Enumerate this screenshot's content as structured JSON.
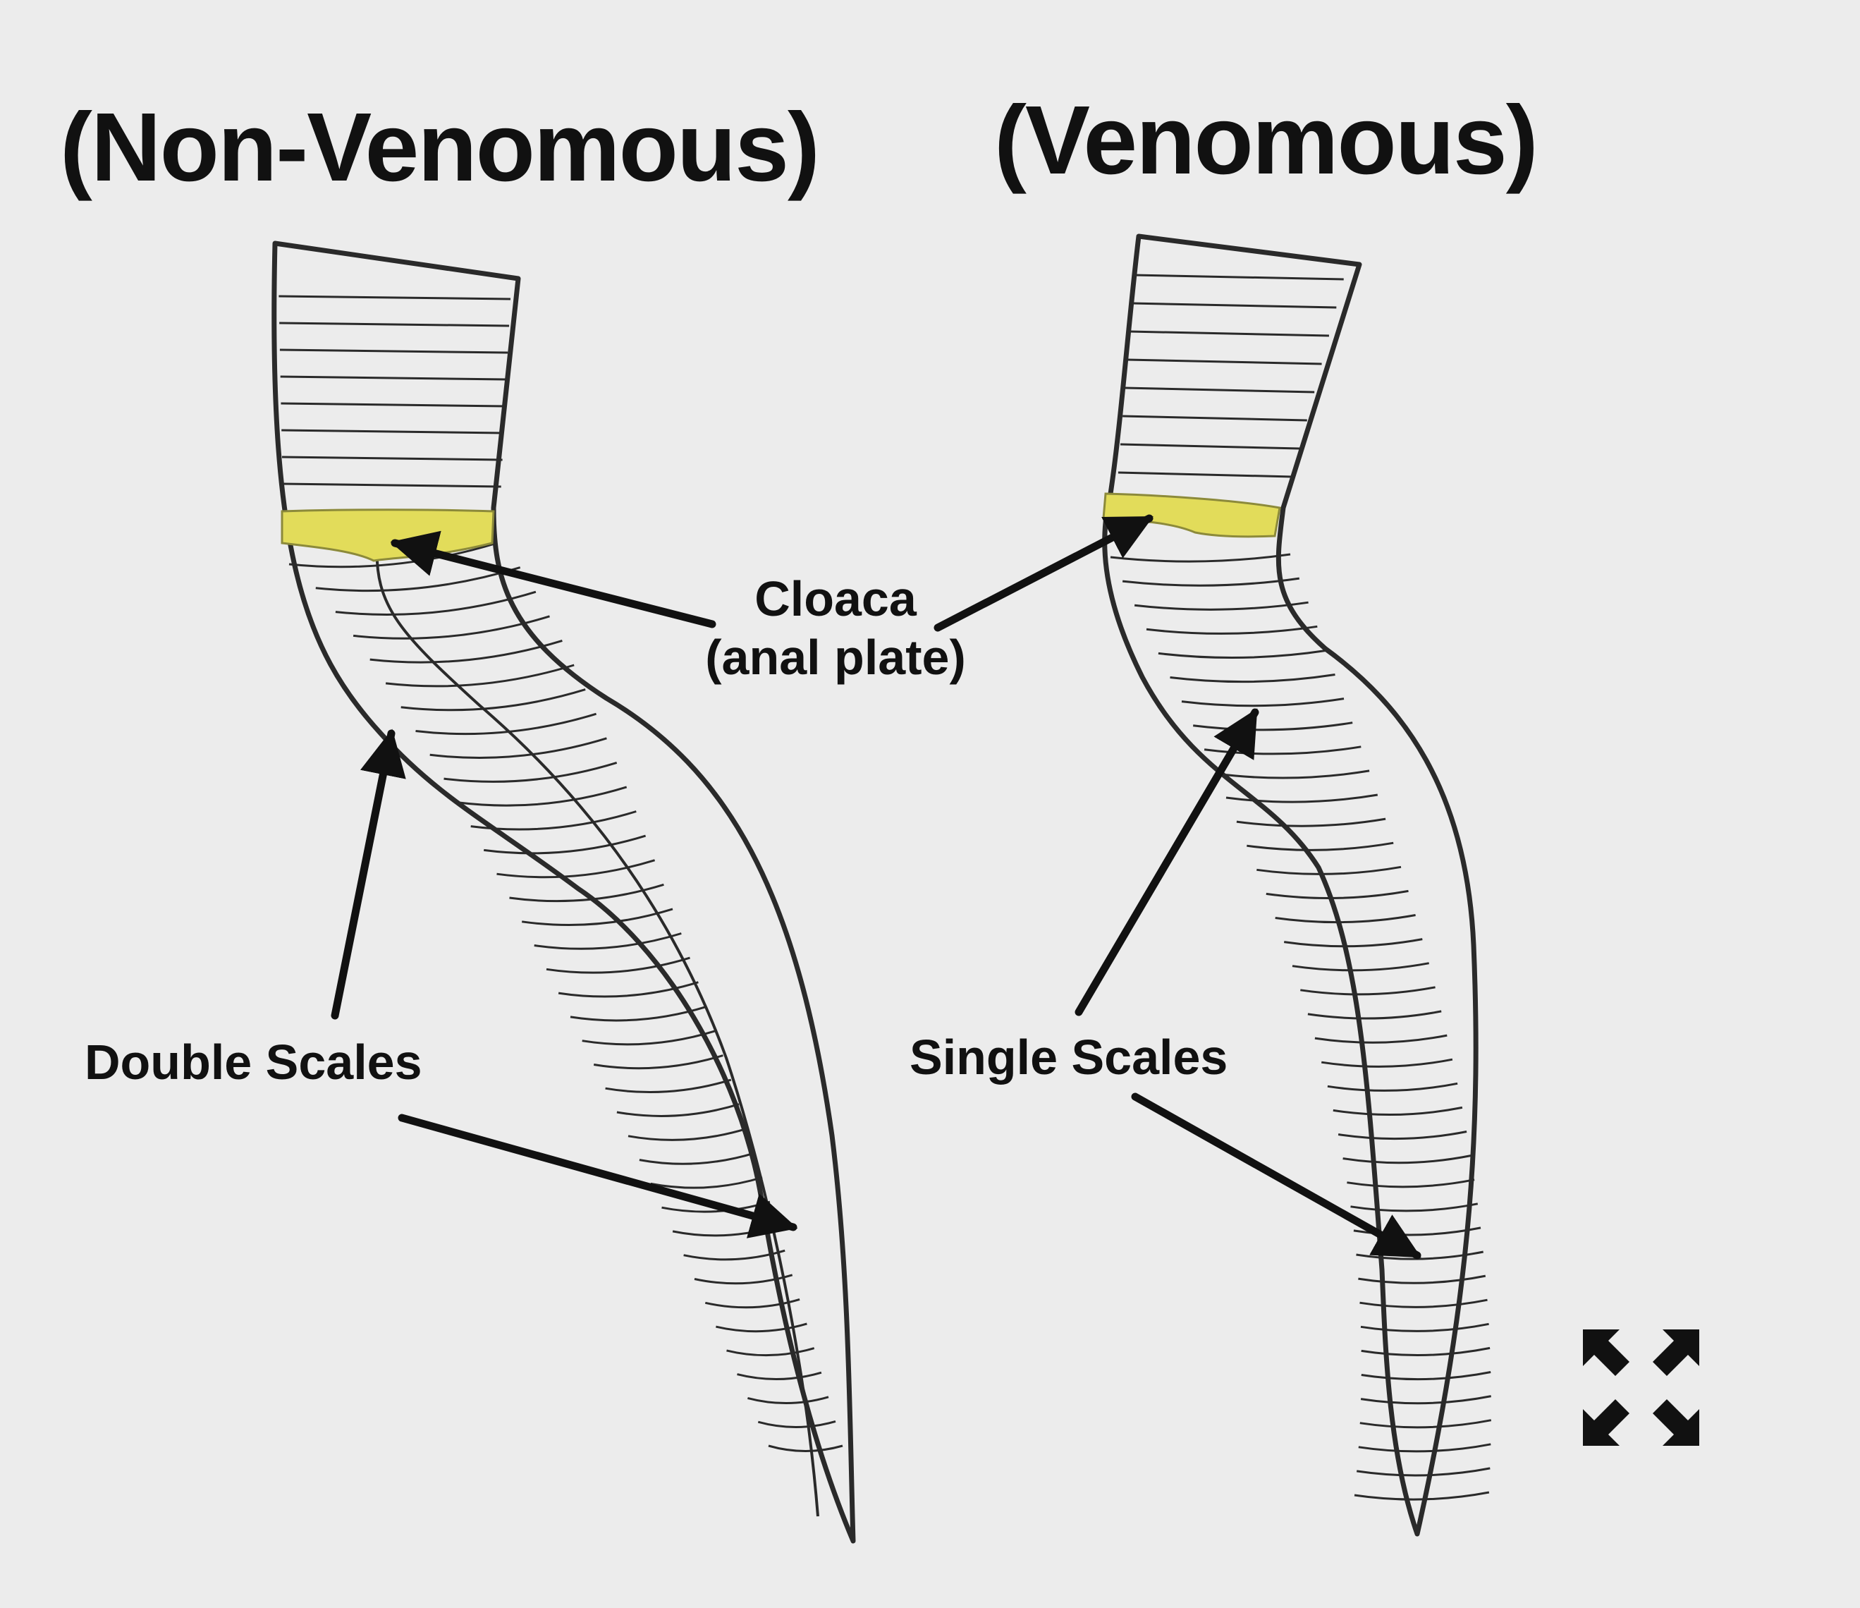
{
  "titles": {
    "left": "(Non-Venomous)",
    "right": "(Venomous)"
  },
  "labels": {
    "cloaca_line1": "Cloaca",
    "cloaca_line2": "(anal plate)",
    "double_scales": "Double Scales",
    "single_scales": "Single Scales"
  },
  "colors": {
    "background": "#ececec",
    "outline": "#2a2a2a",
    "anal_plate": "#e2dc5a",
    "arrow": "#111111"
  },
  "icons": {
    "expand": "expand-icon"
  }
}
